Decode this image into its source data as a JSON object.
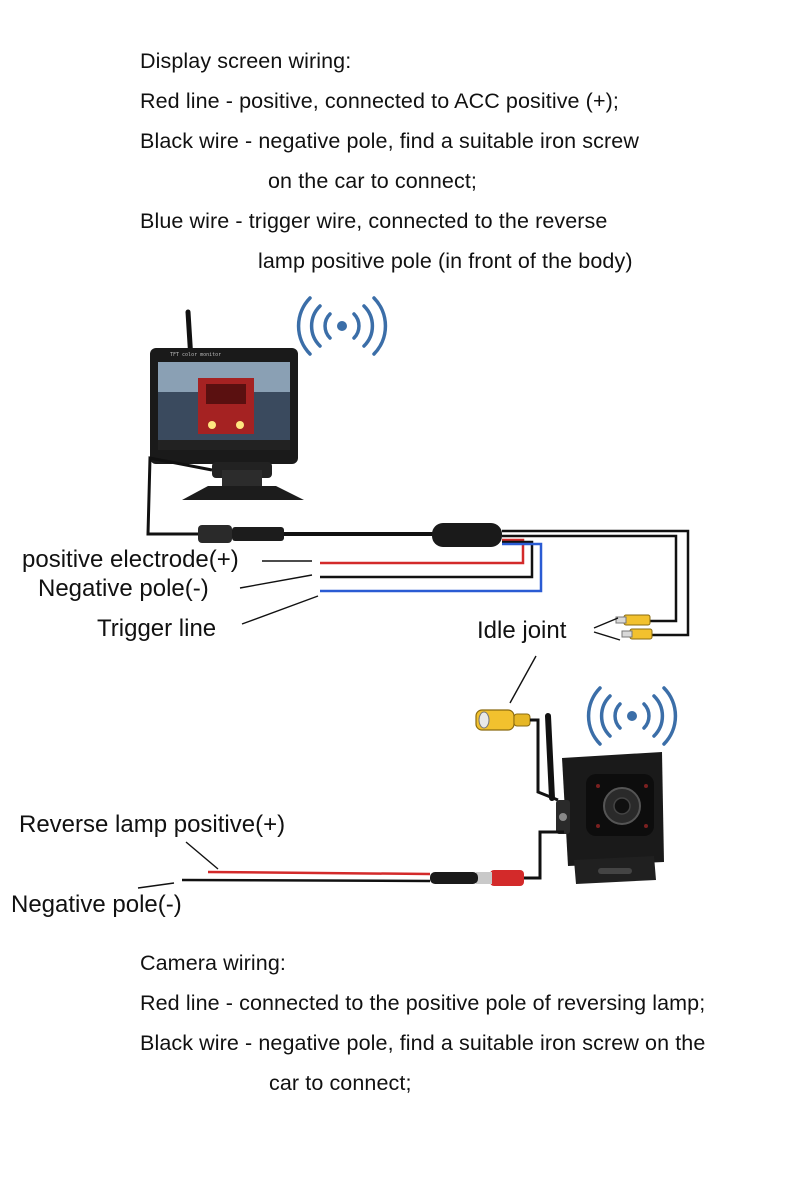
{
  "display_wiring": {
    "heading": "Display screen wiring:",
    "lines": [
      "Red line - positive, connected to ACC positive (+);",
      "Black wire - negative pole, find a suitable iron screw",
      "on the car to connect;",
      "Blue wire - trigger wire, connected to the reverse",
      "lamp positive pole (in front of the body)"
    ]
  },
  "diagram": {
    "labels": {
      "positive_electrode": "positive electrode(+)",
      "negative_pole_top": "Negative pole(-)",
      "trigger_line": "Trigger line",
      "idle_joint": "Idle joint",
      "reverse_lamp_positive": "Reverse lamp positive(+)",
      "negative_pole_bottom": "Negative pole(-)"
    },
    "monitor_screen_text": "TFT color monitor",
    "colors": {
      "red_wire": "#d32a2a",
      "blue_wire": "#2a5bd3",
      "black_wire": "#111111",
      "wifi_icon": "#3b6ea8",
      "rca_yellow": "#f2c12e"
    }
  },
  "camera_wiring": {
    "heading": "Camera wiring:",
    "lines": [
      "Red line - connected to the positive pole of reversing lamp;",
      "Black wire - negative pole, find a suitable iron screw on the",
      "car to connect;"
    ]
  }
}
